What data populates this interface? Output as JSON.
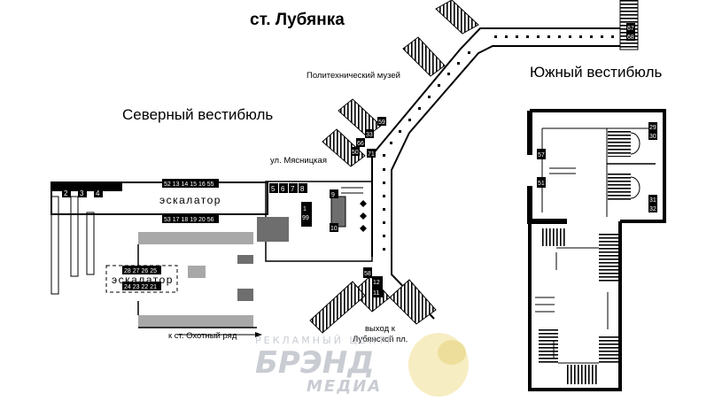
{
  "station": {
    "title": "ст. Лубянка"
  },
  "vestibules": {
    "north": "Северный вестибюль",
    "south": "Южный вестибюль"
  },
  "labels": {
    "museum": "Политехнический музей",
    "street": "ул. Мясницкая",
    "escalator": "эскалатор",
    "exit_line1": "выход к",
    "exit_line2": "Лубянской пл.",
    "transfer": "к ст. Охотный ряд"
  },
  "ad_spots": {
    "north_top_row_a": [
      "2",
      "3",
      "4"
    ],
    "north_top_row_b": [
      "52",
      "13",
      "14",
      "15",
      "16",
      "55"
    ],
    "north_mid_row": [
      "53",
      "17",
      "18",
      "19",
      "20",
      "56"
    ],
    "north_lower_row_a": [
      "28",
      "27",
      "26",
      "25"
    ],
    "north_lower_row_b": [
      "24",
      "23",
      "22",
      "21"
    ],
    "hall_row": [
      "5",
      "6",
      "7",
      "8"
    ],
    "hall_numbers": [
      "1",
      "9",
      "10",
      "99",
      "12",
      "11",
      "58"
    ],
    "ramp_numbers": [
      "59",
      "33",
      "66",
      "50",
      "71"
    ],
    "south_numbers": [
      "57",
      "51",
      "29",
      "30",
      "31",
      "32",
      "67",
      "68"
    ]
  },
  "watermark": {
    "top": "РЕКЛАМНЫЙ ЦЕНТР",
    "brand": "БРЭНД",
    "sub": "МЕДИА"
  },
  "colors": {
    "wall": "#000000",
    "track": "#a8a8a8",
    "dark_block": "#6e6e6e",
    "watermark": "#c9ccd2"
  }
}
